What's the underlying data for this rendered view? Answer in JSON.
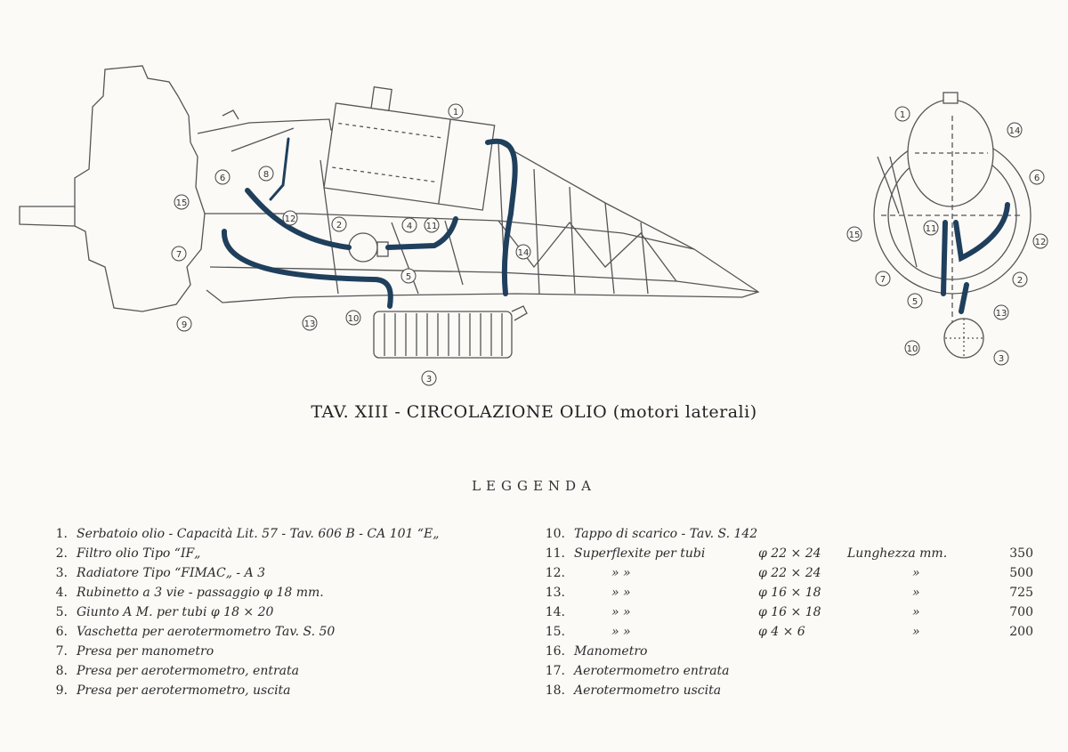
{
  "title": "TAV. XIII - CIRCOLAZIONE OLIO (motori laterali)",
  "legend_heading": "LEGGENDA",
  "legend_left": [
    {
      "num": "1.",
      "text": "Serbatoio olio - Capacità Lit. 57 - Tav. 606 B - CA 101 “E„"
    },
    {
      "num": "2.",
      "text": "Filtro olio Tipo “IF„"
    },
    {
      "num": "3.",
      "text": "Radiatore Tipo “FIMAC„ - A 3"
    },
    {
      "num": "4.",
      "text": "Rubinetto a 3 vie - passaggio φ 18 mm."
    },
    {
      "num": "5.",
      "text": "Giunto A M. per tubi φ 18 × 20"
    },
    {
      "num": "6.",
      "text": "Vaschetta per aerotermometro Tav. S. 50"
    },
    {
      "num": "7.",
      "text": "Presa per manometro"
    },
    {
      "num": "8.",
      "text": "Presa per aerotermometro, entrata"
    },
    {
      "num": "9.",
      "text": "Presa per aerotermometro, uscita"
    }
  ],
  "legend_right_top": {
    "num": "10.",
    "text": "Tappo di scarico - Tav. S. 142"
  },
  "tube_rows": [
    {
      "num": "11.",
      "desc": "Superflexite per tubi",
      "phi": "φ 22 × 24",
      "len_label": "Lunghezza mm.",
      "value": "350"
    },
    {
      "num": "12.",
      "desc": "»        »",
      "phi": "φ 22 × 24",
      "len_label": "»",
      "value": "500"
    },
    {
      "num": "13.",
      "desc": "»        »",
      "phi": "φ 16 × 18",
      "len_label": "»",
      "value": "725"
    },
    {
      "num": "14.",
      "desc": "»        »",
      "phi": "φ 16 × 18",
      "len_label": "»",
      "value": "700"
    },
    {
      "num": "15.",
      "desc": "»        »",
      "phi": "φ 4 × 6",
      "len_label": "»",
      "value": "200"
    }
  ],
  "legend_right_bottom": [
    {
      "num": "16.",
      "text": "Manometro"
    },
    {
      "num": "17.",
      "text": "Aerotermometro entrata"
    },
    {
      "num": "18.",
      "text": "Aerotermometro uscita"
    }
  ],
  "callouts_side": [
    "1",
    "2",
    "3",
    "4",
    "5",
    "6",
    "7",
    "8",
    "9",
    "10",
    "11",
    "12",
    "13",
    "14",
    "15"
  ],
  "callouts_front": [
    "1",
    "14",
    "6",
    "15",
    "11",
    "12",
    "2",
    "7",
    "5",
    "13",
    "10",
    "3"
  ],
  "colors": {
    "hose": "#1f3f5c",
    "ink": "#555555",
    "paper": "#fbfaf7"
  }
}
